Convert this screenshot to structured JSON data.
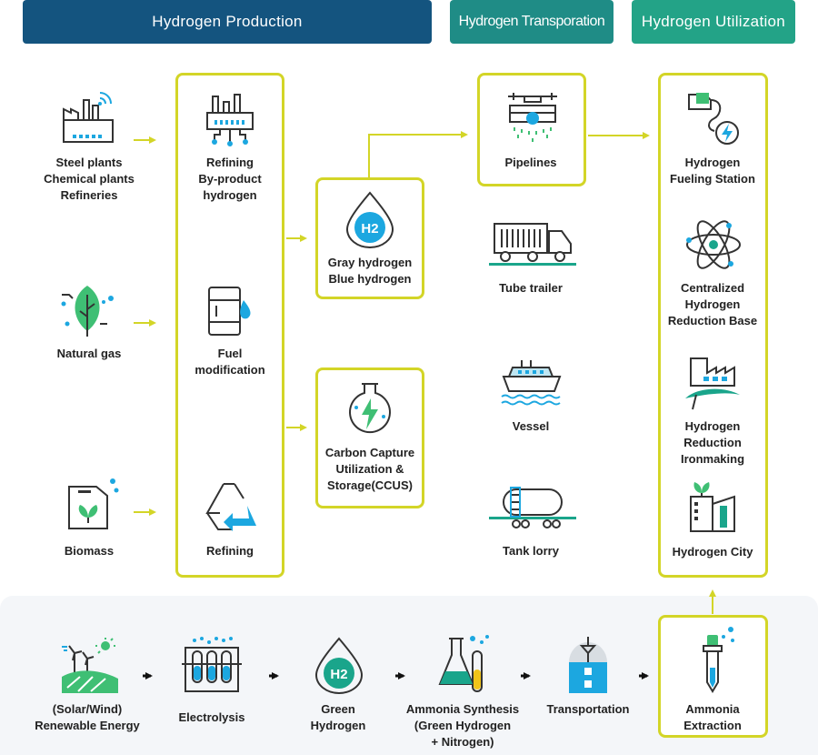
{
  "headers": {
    "production": "Hydrogen Production",
    "transportation": "Hydrogen Transporation",
    "utilization": "Hydrogen Utilization"
  },
  "sources": {
    "industrial": [
      "Steel plants",
      "Chemical plants",
      "Refineries"
    ],
    "natural_gas": "Natural gas",
    "biomass": "Biomass"
  },
  "processes": {
    "byproduct": [
      "Refining",
      "By-product",
      "hydrogen"
    ],
    "fuel_mod": [
      "Fuel",
      "modification"
    ],
    "refining": "Refining"
  },
  "hydrogen_types": {
    "gray_blue": [
      "Gray hydrogen",
      "Blue hydrogen"
    ],
    "h2_symbol": "H2",
    "ccus": [
      "Carbon Capture",
      "Utilization &",
      "Storage(CCUS)"
    ]
  },
  "transport": {
    "pipelines": "Pipelines",
    "tube_trailer": "Tube trailer",
    "vessel": "Vessel",
    "tank_lorry": "Tank lorry"
  },
  "utilization": {
    "fueling": [
      "Hydrogen",
      "Fueling Station"
    ],
    "centralized": [
      "Centralized",
      "Hydrogen",
      "Reduction Base"
    ],
    "ironmaking": [
      "Hydrogen",
      "Reduction",
      "Ironmaking"
    ],
    "city": "Hydrogen City"
  },
  "green_chain": {
    "renewable": [
      "(Solar/Wind)",
      "Renewable Energy"
    ],
    "electrolysis": "Electrolysis",
    "green_hydrogen": [
      "Green",
      "Hydrogen"
    ],
    "ammonia_synthesis": [
      "Ammonia Synthesis",
      "(Green Hydrogen",
      "+ Nitrogen)"
    ],
    "transportation": "Transportation",
    "ammonia_extraction": [
      "Ammonia",
      "Extraction"
    ]
  },
  "colors": {
    "dark_blue": "#14547f",
    "teal": "#1f8c86",
    "green": "#23a387",
    "yellow_border": "#d3d527",
    "icon_teal": "#1aa58b",
    "icon_blue": "#1ca7e0"
  }
}
